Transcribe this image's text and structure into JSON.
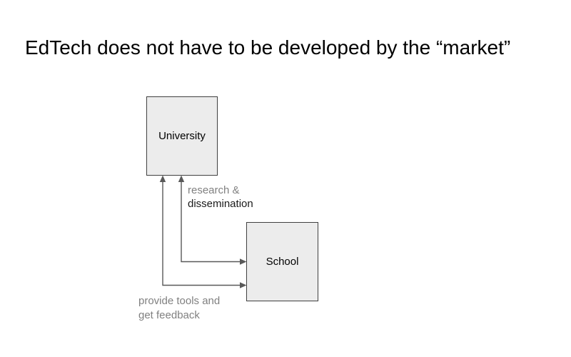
{
  "slide": {
    "title": "EdTech does not have to be developed by the “market”"
  },
  "diagram": {
    "nodes": {
      "university": {
        "label": "University"
      },
      "school": {
        "label": "School"
      }
    },
    "edges": {
      "research": {
        "line1": "research &",
        "line2": "dissemination",
        "from": "school",
        "to": "university"
      },
      "provide": {
        "line1": "provide tools and",
        "line2": "get feedback",
        "from": "university",
        "to": "school"
      }
    },
    "colors": {
      "background": "#ffffff",
      "node_fill": "#ececec",
      "node_border": "#404040",
      "arrow": "#595959",
      "label_gray": "#808080",
      "label_dark": "#1a1a1a",
      "title_text": "#000000"
    }
  }
}
